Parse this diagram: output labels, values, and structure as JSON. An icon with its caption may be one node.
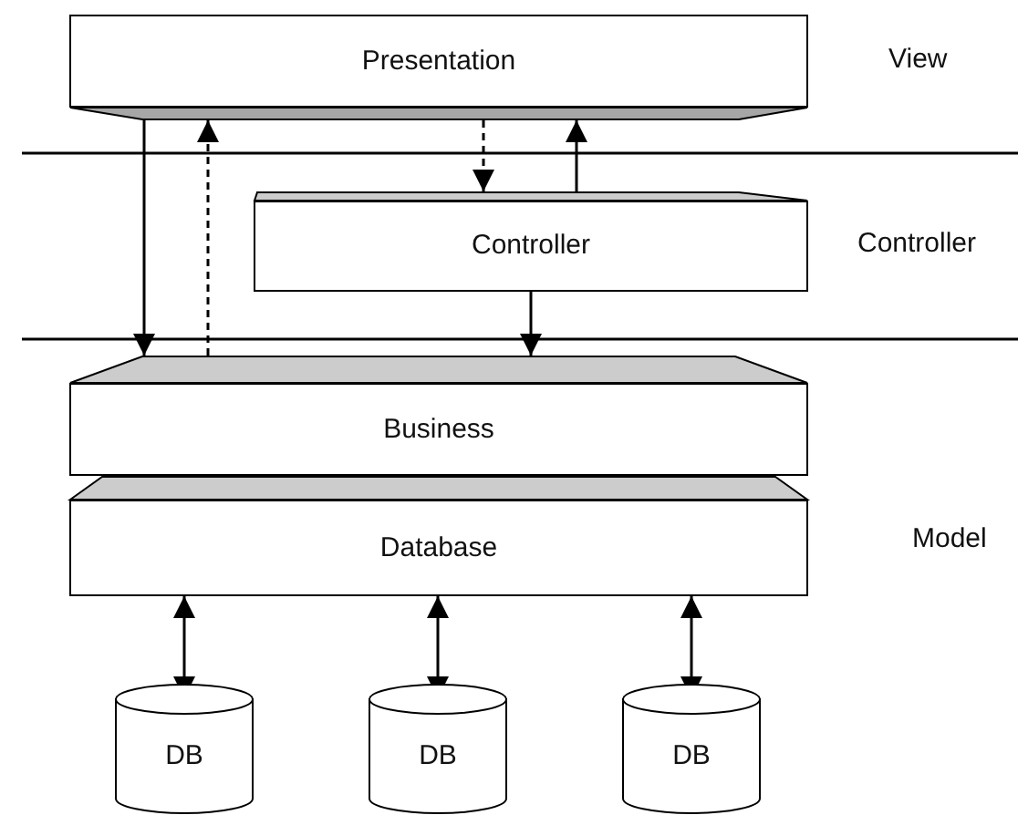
{
  "diagram": {
    "nodes": [
      {
        "text": [
          "Presentation"
        ]
      },
      {
        "text": [
          "Controller"
        ]
      },
      {
        "text": [
          "Business"
        ]
      },
      {
        "text": [
          "Database"
        ]
      },
      {
        "text": [
          "DB"
        ]
      },
      {
        "text": [
          "DB"
        ]
      },
      {
        "text": [
          "DB"
        ]
      }
    ],
    "edges": [
      {
        "from": 0,
        "to": 2,
        "arrow": "to"
      },
      {
        "from": 2,
        "to": 0,
        "arrow": "to",
        "style": "dashed"
      },
      {
        "from": 0,
        "to": 1,
        "arrow": "to",
        "style": "dashed"
      },
      {
        "from": 1,
        "to": 0,
        "arrow": "to"
      },
      {
        "from": 1,
        "to": 2,
        "arrow": "to"
      },
      {
        "from": 3,
        "to": 4,
        "arrow": "both"
      },
      {
        "from": 3,
        "to": 5,
        "arrow": "both"
      },
      {
        "from": 3,
        "to": 6,
        "arrow": "both"
      }
    ],
    "labels": [
      "View",
      "Controller",
      "Model"
    ]
  }
}
